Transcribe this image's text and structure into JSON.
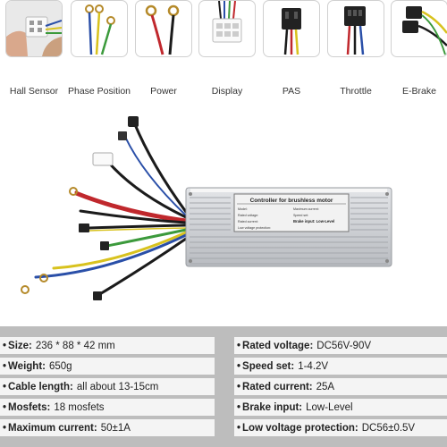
{
  "connectors": [
    {
      "label": "Hall Sensor",
      "icon": "hall-sensor-connector-icon"
    },
    {
      "label": "Phase Position",
      "icon": "phase-wires-icon"
    },
    {
      "label": "Power",
      "icon": "power-ring-terminals-icon"
    },
    {
      "label": "Display",
      "icon": "display-connector-icon"
    },
    {
      "label": "PAS",
      "icon": "pas-connector-icon"
    },
    {
      "label": "Throttle",
      "icon": "throttle-connector-icon"
    },
    {
      "label": "E-Brake",
      "icon": "ebrake-connector-icon"
    }
  ],
  "product": {
    "plate_title": "Controller for brushless motor",
    "plate_lines": [
      "Model:",
      "Rated voltage:",
      "Rated current:",
      "Low voltage protection:",
      "Maximum current:",
      "Speed set:",
      "Brake input: Low-Level"
    ],
    "colors": {
      "case": "#c9ccd0",
      "label": "#f2f2f2",
      "wire_red": "#c0282d",
      "wire_yellow": "#d8c21e",
      "wire_green": "#3c9a3c",
      "wire_blue": "#2a4fa8",
      "wire_black": "#1b1b1b"
    }
  },
  "specs": {
    "left": [
      {
        "key": "Size:",
        "value": "236 * 88 * 42 mm"
      },
      {
        "key": "Weight:",
        "value": "650g"
      },
      {
        "key": "Cable length:",
        "value": "all about 13-15cm"
      },
      {
        "key": "Mosfets:",
        "value": "18  mosfets"
      },
      {
        "key": "Maximum current:",
        "value": "50±1A"
      }
    ],
    "right": [
      {
        "key": "Rated voltage:",
        "value": "DC56V-90V"
      },
      {
        "key": "Speed set:",
        "value": "1-4.2V"
      },
      {
        "key": "Rated current:",
        "value": "25A"
      },
      {
        "key": "Brake input:",
        "value": "Low-Level"
      },
      {
        "key": "Low voltage protection:",
        "value": "DC56±0.5V"
      }
    ],
    "bullet": "•",
    "panel_color": "#bdbdbd",
    "row_color": "#f4f4f4"
  }
}
